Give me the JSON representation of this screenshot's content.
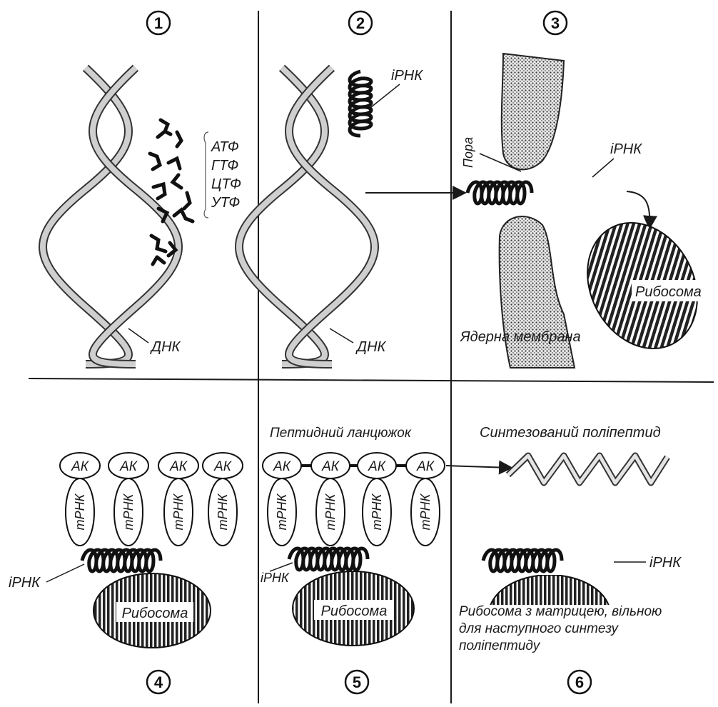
{
  "panels": {
    "p1": {
      "number": "1",
      "dna_label": "ДНК",
      "nucleotides": [
        "АТФ",
        "ГТФ",
        "ЦТФ",
        "УТФ"
      ]
    },
    "p2": {
      "number": "2",
      "irna_label": "іРНК",
      "dna_label": "ДНК"
    },
    "p3": {
      "number": "3",
      "pore_label": "Пора",
      "irna_label": "іРНК",
      "ribosome_label": "Рибосома",
      "membrane_label": "Ядерна мембрана"
    },
    "p4": {
      "number": "4",
      "ak_labels": [
        "АК",
        "АК",
        "АК",
        "АК"
      ],
      "trna_labels": [
        "тРНК",
        "тРНК",
        "тРНК",
        "тРНК"
      ],
      "irna_label": "іРНК",
      "ribosome_label": "Рибосома"
    },
    "p5": {
      "number": "5",
      "chain_title": "Пептидний ланцюжок",
      "ak_labels": [
        "АК",
        "АК",
        "АК",
        "АК"
      ],
      "trna_labels": [
        "тРНК",
        "тРНК",
        "тРНК",
        "тРНК"
      ],
      "irna_label": "іРНК",
      "ribosome_label": "Рибосома"
    },
    "p6": {
      "number": "6",
      "polypeptide_label": "Синтезований поліпептид",
      "irna_label": "іРНК",
      "caption_lines": [
        "Рибосома з матрицею, вільною",
        "для наступного синтезу",
        "поліпептиду"
      ]
    }
  },
  "colors": {
    "ink": "#1a1a1a",
    "dna_fill": "#c8c8c8",
    "membrane_fill": "#bdbdbd"
  }
}
